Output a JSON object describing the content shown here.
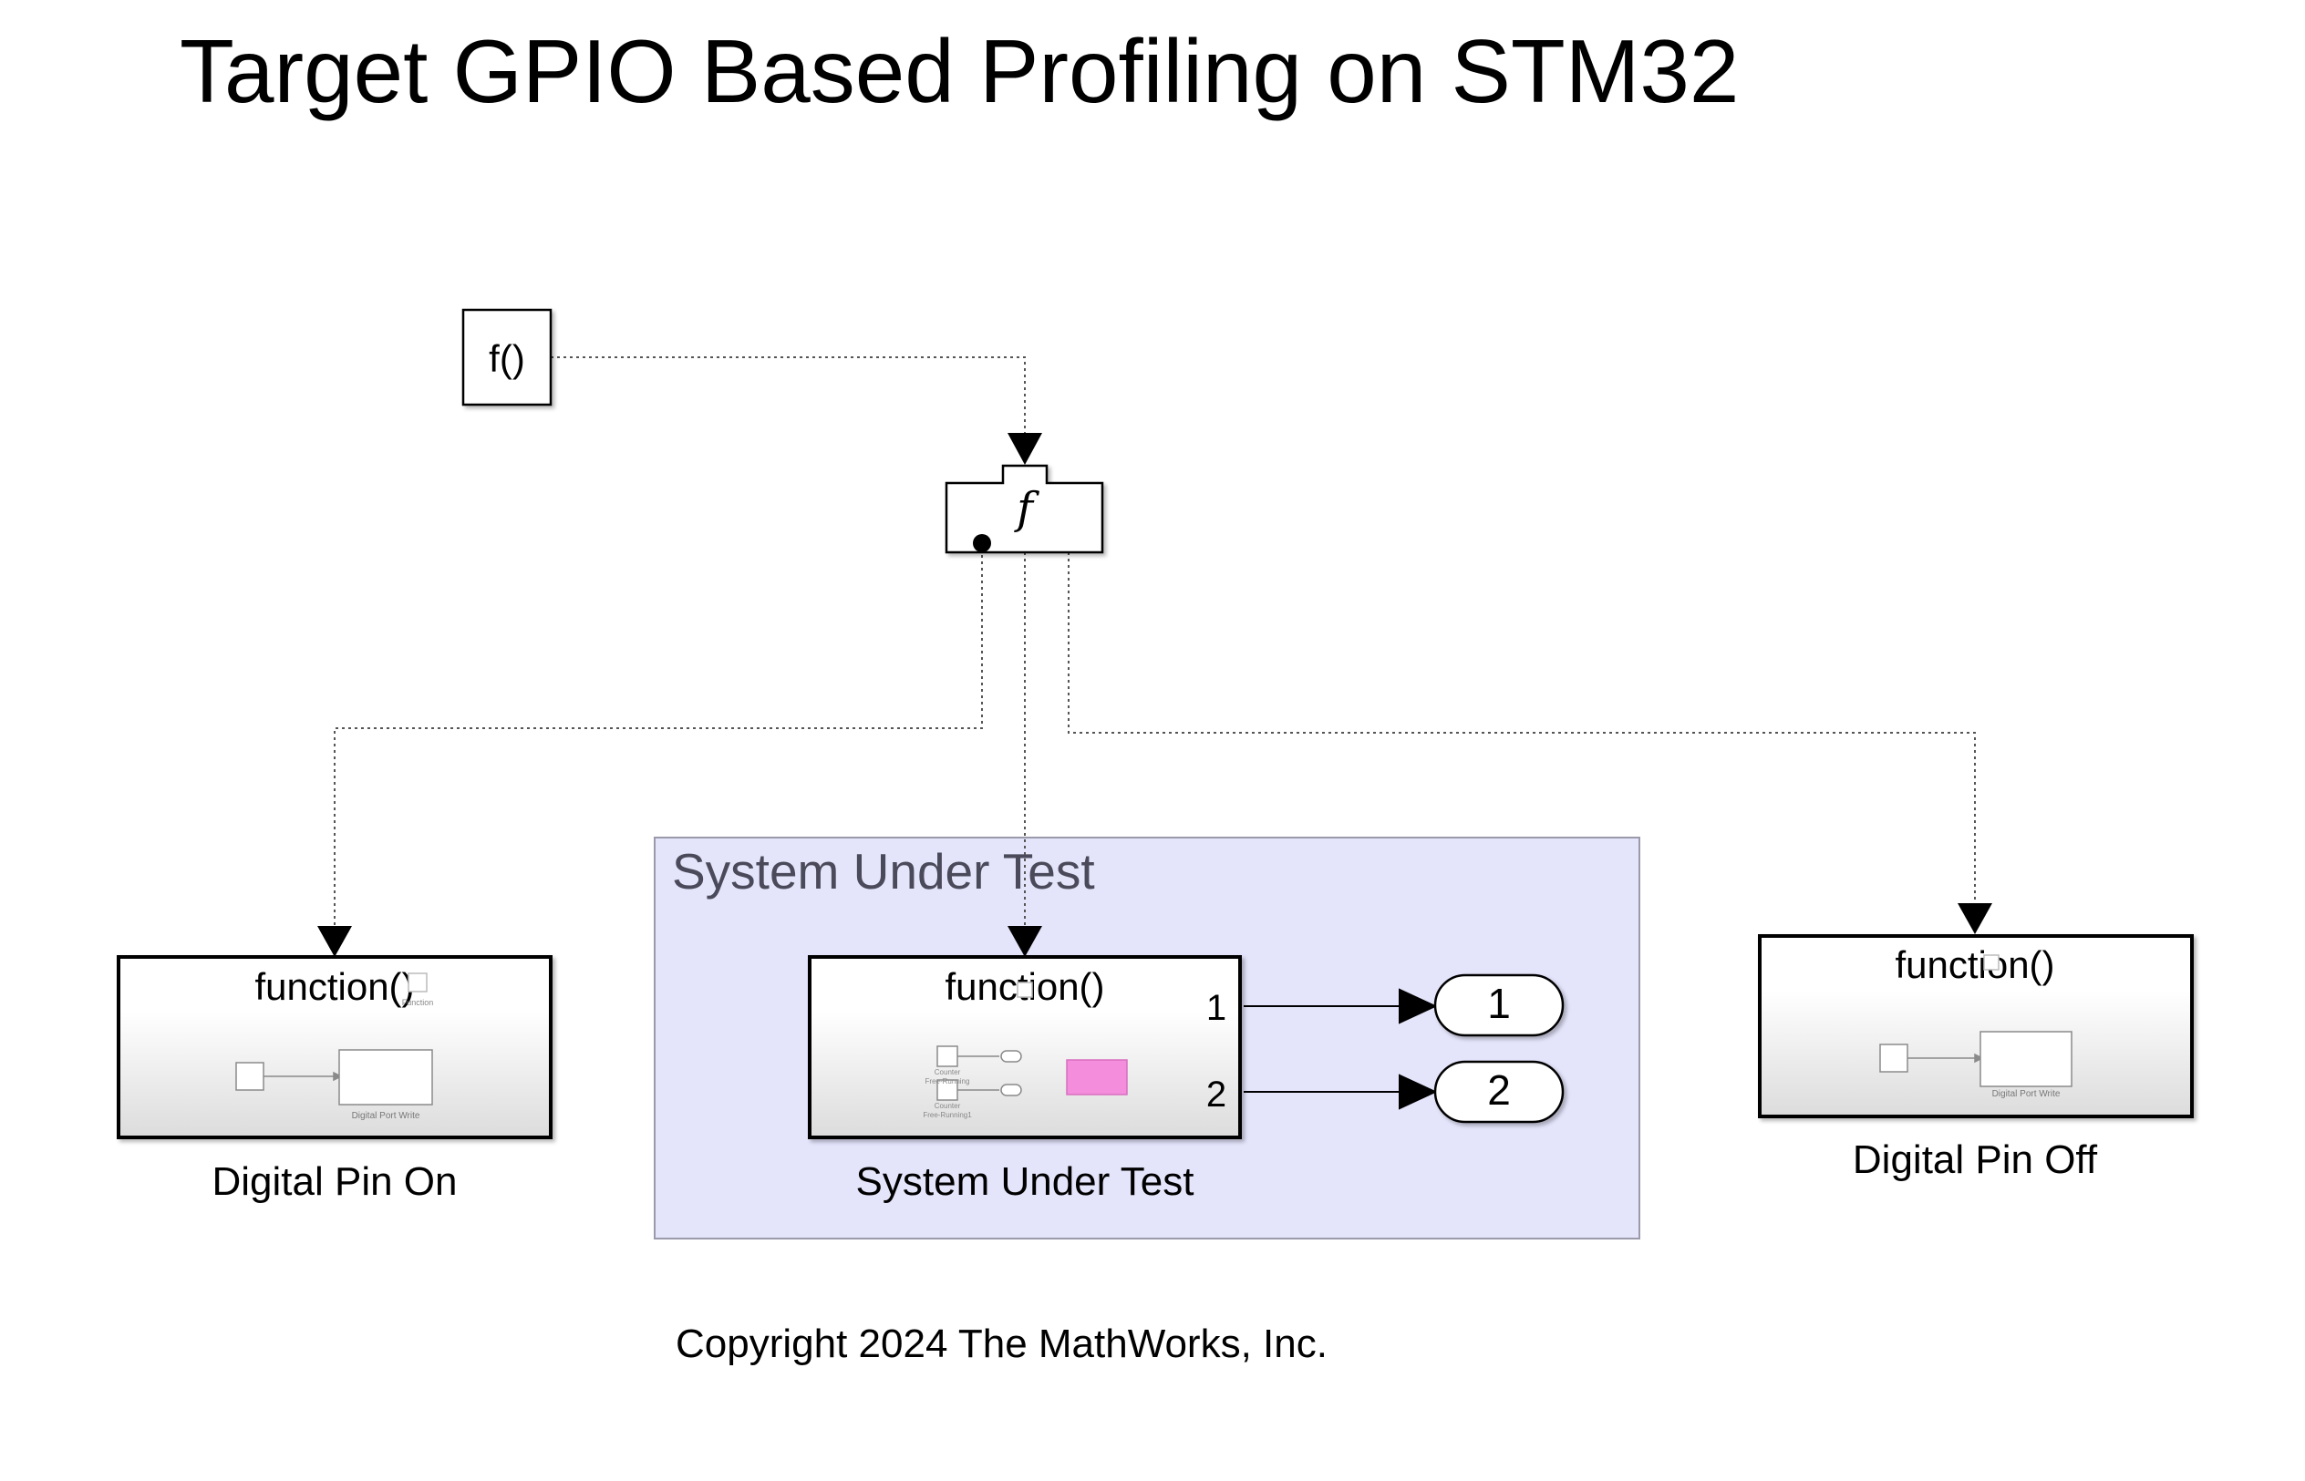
{
  "title": "Target GPIO Based Profiling on STM32",
  "function_call_generator": {
    "label": "f()"
  },
  "function_call_split": {
    "symbol": "f"
  },
  "area": {
    "label": "System Under Test",
    "fill": "#e4e4fb",
    "border": "#9a9aaa"
  },
  "blocks": {
    "digital_pin_on": {
      "trigger_label": "function()",
      "name": "Digital Pin On",
      "thumb_caption": "Digital Port Write",
      "thumb_icon_caption": "Function"
    },
    "system_under_test": {
      "trigger_label": "function()",
      "name": "System Under Test",
      "port_1": "1",
      "port_2": "2",
      "thumb_caption_1": "Counter",
      "thumb_caption_1b": "Free-Running",
      "thumb_caption_2": "Counter",
      "thumb_caption_2b": "Free-Running1",
      "thumb_accent": "#f48ddb"
    },
    "digital_pin_off": {
      "trigger_label": "function()",
      "name": "Digital Pin Off",
      "thumb_caption": "Digital Port Write"
    }
  },
  "outports": [
    {
      "label": "1"
    },
    {
      "label": "2"
    }
  ],
  "copyright": "Copyright 2024 The MathWorks, Inc."
}
